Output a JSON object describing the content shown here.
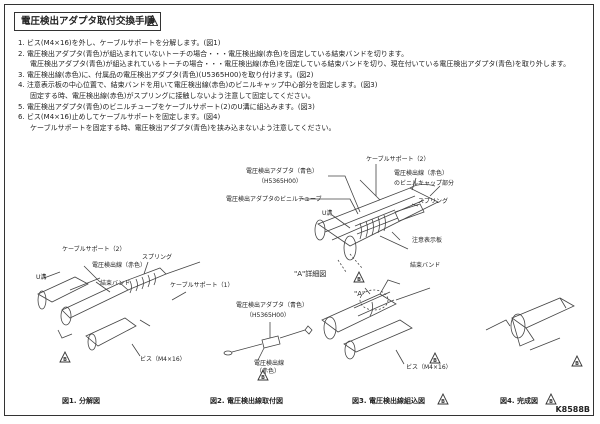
{
  "title": "電圧検出アダプタ取付交換手順",
  "revision_mark": "B",
  "steps": [
    {
      "num": "1.",
      "text": "ビス(M4×16)を外し、ケーブルサポートを分解します。(図1)"
    },
    {
      "num": "2.",
      "text": "電圧検出アダプタ(青色)が組込まれていないトーチの場合・・・電圧検出線(赤色)を固定している結束バンドを切ります。"
    },
    {
      "num": "",
      "text": "電圧検出アダプタ(青色)が組込まれているトーチの場合・・・電圧検出線(赤色)を固定している結束バンドを切り、現在付いている電圧検出アダプタ(青色)を取り外します。"
    },
    {
      "num": "3.",
      "text": "電圧検出線(赤色)に、付属品の電圧検出アダプタ(青色)(U5365H00)を取り付けます。(図2)"
    },
    {
      "num": "4.",
      "text": "注意表示板の中心位置で、結束バンドを用いて電圧検出線(赤色)のビニルキャップ中心部分を固定します。(図3)"
    },
    {
      "num": "",
      "text": "固定する時、電圧検出線(赤色)がスプリングに接触しないよう注意して固定してください。"
    },
    {
      "num": "5.",
      "text": "電圧検出アダプタ(青色)のビニルチューブをケーブルサポート(2)のU溝に組込みます。(図3)"
    },
    {
      "num": "6.",
      "text": "ビス(M4×16)止めしてケーブルサポートを固定します。(図4)"
    },
    {
      "num": "",
      "text": "ケーブルサポートを固定する時、電圧検出アダプタ(青色)を挟み込まないよう注意してください。"
    }
  ],
  "detail": {
    "cable_support_2": "ケーブルサポート（2）",
    "adapter_blue": "電圧検出アダプタ（青色）",
    "adapter_part": "（H5365H00）",
    "vinyl_tube": "電圧検出アダプタのビニルチューブ",
    "red_wire": "電圧検出線（赤色）",
    "vinyl_cap": "のビニルキャップ部分",
    "spring": "スプリング",
    "u_groove": "U溝",
    "warning_plate": "注意表示板",
    "band": "結束バンド",
    "detail_label": "\"A\"詳細図"
  },
  "fig1": {
    "cable_support_2": "ケーブルサポート（2）",
    "u_groove": "U溝",
    "red_wire": "電圧検出線（赤色）",
    "band": "結束バンド",
    "spring": "スプリング",
    "cable_support_1": "ケーブルサポート（1）",
    "screw": "ビス（M4×16）",
    "caption": "図1. 分解図"
  },
  "fig2": {
    "adapter_blue": "電圧検出アダプタ（青色）",
    "adapter_part": "（H5365H00）",
    "red_wire_1": "電圧検出線",
    "red_wire_2": "（赤色）",
    "caption": "図2. 電圧検出線取付図"
  },
  "fig3": {
    "a_mark": "\"A\"",
    "screw": "ビス（M4×16）",
    "caption": "図3. 電圧検出線組込図"
  },
  "fig4": {
    "caption": "図4. 完成図"
  },
  "doc_code": "K8588B"
}
